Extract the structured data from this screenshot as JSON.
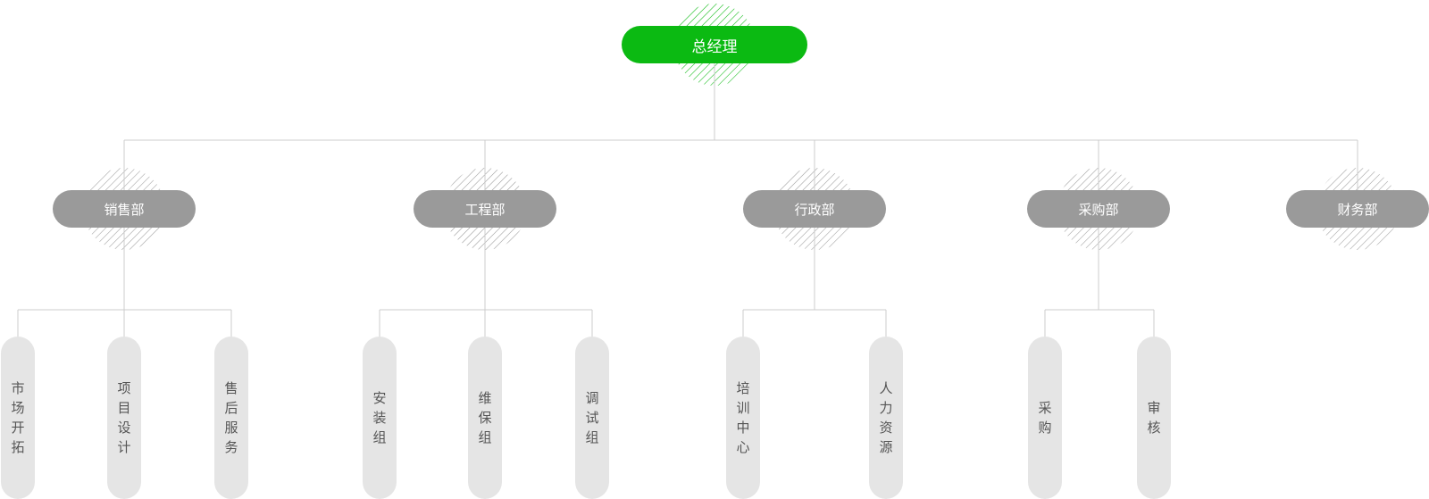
{
  "root": {
    "label": "总经理",
    "color": "#0bba12"
  },
  "departments": [
    {
      "label": "销售部",
      "teams": [
        "市场开拓",
        "项目设计",
        "售后服务"
      ]
    },
    {
      "label": "工程部",
      "teams": [
        "安装组",
        "维保组",
        "调试组"
      ]
    },
    {
      "label": "行政部",
      "teams": [
        "培训中心",
        "人力资源"
      ]
    },
    {
      "label": "采购部",
      "teams": [
        "采购",
        "审核"
      ]
    },
    {
      "label": "财务部",
      "teams": []
    }
  ],
  "colors": {
    "root_fill": "#0bba12",
    "dept_fill": "#9a9a9a",
    "team_fill": "#e5e5e5",
    "connector": "#cccccc",
    "hatch_root": "#0bba12",
    "hatch_dept": "#9a9a9a"
  }
}
